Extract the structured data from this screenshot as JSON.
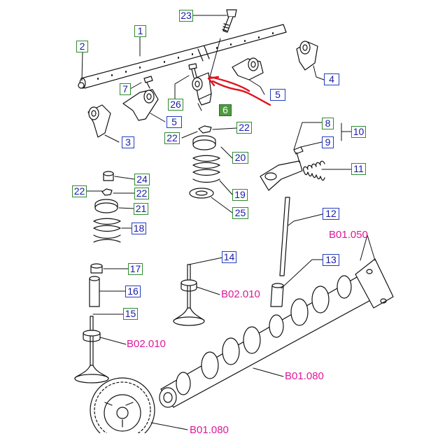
{
  "labels": {
    "l1": "1",
    "l2": "2",
    "l3": "3",
    "l4": "4",
    "l5a": "5",
    "l5b": "5",
    "l6": "6",
    "l7": "7",
    "l8": "8",
    "l9": "9",
    "l10": "10",
    "l11": "11",
    "l12": "12",
    "l13": "13",
    "l14": "14",
    "l15": "15",
    "l16": "16",
    "l17": "17",
    "l18": "18",
    "l19": "19",
    "l20": "20",
    "l21": "21",
    "l22a": "22",
    "l22b": "22",
    "l22c": "22",
    "l22d": "22",
    "l23": "23",
    "l24": "24",
    "l25": "25",
    "l26": "26"
  },
  "refs": {
    "camshaft_assembly": "B01.050",
    "camshaft": "B01.080",
    "gear": "B01.080",
    "valve_right": "B02.010",
    "valve_left": "B02.010"
  },
  "colors": {
    "green_frame": "#2e8b2e",
    "blue_frame": "#1f3fbf",
    "label_text": "#1a1aa8",
    "reference_text": "#e0189a",
    "selected_fill": "#4f9a3f",
    "highlight_arrow": "#e0141e"
  }
}
